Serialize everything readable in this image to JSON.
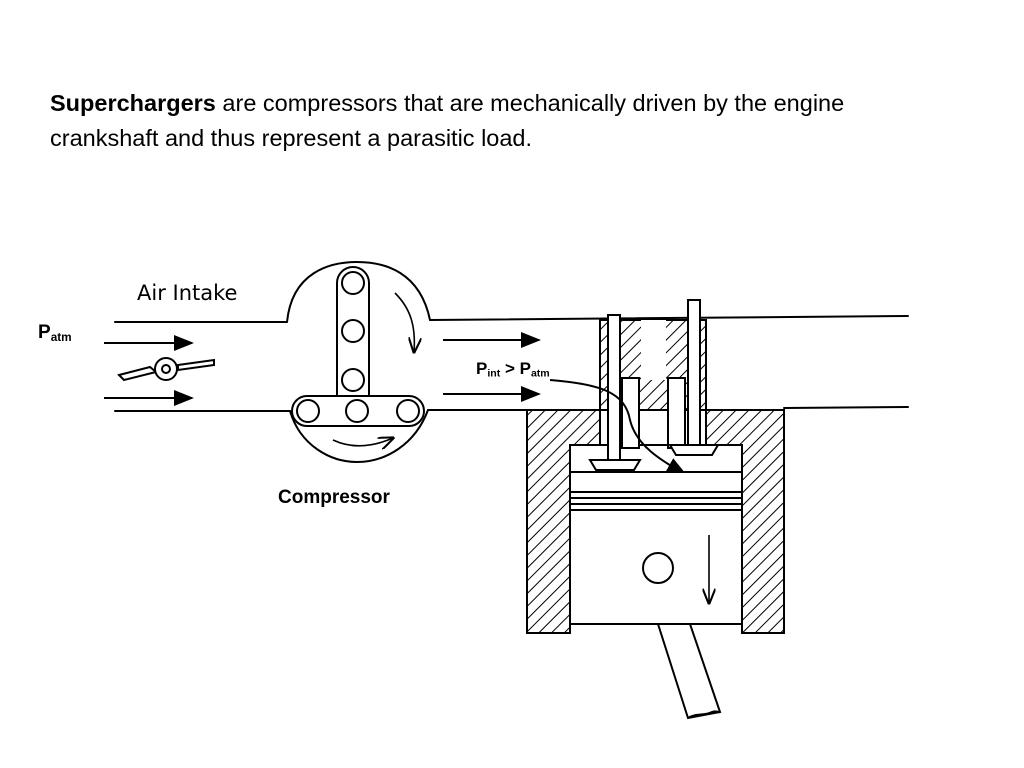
{
  "intro": {
    "term": "Superchargers",
    "text": " are compressors that are mechanically driven by the engine  crankshaft and thus represent a parasitic load."
  },
  "diagram": {
    "air_intake_label": "Air Intake",
    "compressor_label": "Compressor",
    "p_atm": {
      "base": "P",
      "sub": "atm"
    },
    "p_int": {
      "base": "P",
      "sub": "int",
      "op": " > ",
      "base2": "P",
      "sub2": "atm"
    }
  },
  "colors": {
    "ink": "#000000",
    "background": "#ffffff"
  }
}
